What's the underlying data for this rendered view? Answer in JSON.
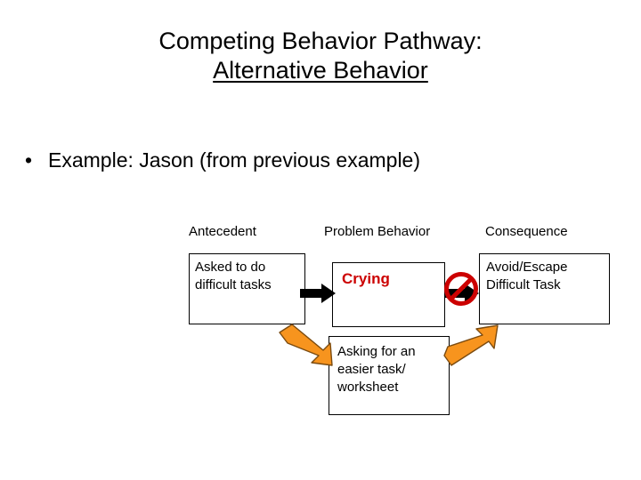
{
  "slide": {
    "title": {
      "line1": "Competing Behavior Pathway:",
      "line2": "Alternative Behavior"
    },
    "bullet": {
      "glyph": "•",
      "text": "Example: Jason (from previous example)"
    }
  },
  "diagram": {
    "headers": {
      "antecedent": "Antecedent",
      "problem_behavior": "Problem Behavior",
      "consequence": "Consequence"
    },
    "boxes": {
      "antecedent": "Asked to do difficult tasks",
      "problem_behavior": "Crying",
      "consequence": "Avoid/Escape Difficult Task",
      "alternative_behavior": "Asking for an easier task/ worksheet"
    },
    "icons": {
      "prohibition": "no-entry-icon",
      "arrow_black": "right-block-arrow-icon",
      "arrow_black_2": "right-arrowhead-icon",
      "arrow_orange_left": "down-right-orange-arrow-icon",
      "arrow_orange_right": "up-right-orange-arrow-icon"
    },
    "colors": {
      "problem_text": "#CC0000",
      "prohibition": "#CC0000",
      "orange_fill": "#F7941E",
      "orange_stroke": "#7B4B10",
      "box_border": "#000000",
      "background": "#FFFFFF"
    }
  }
}
